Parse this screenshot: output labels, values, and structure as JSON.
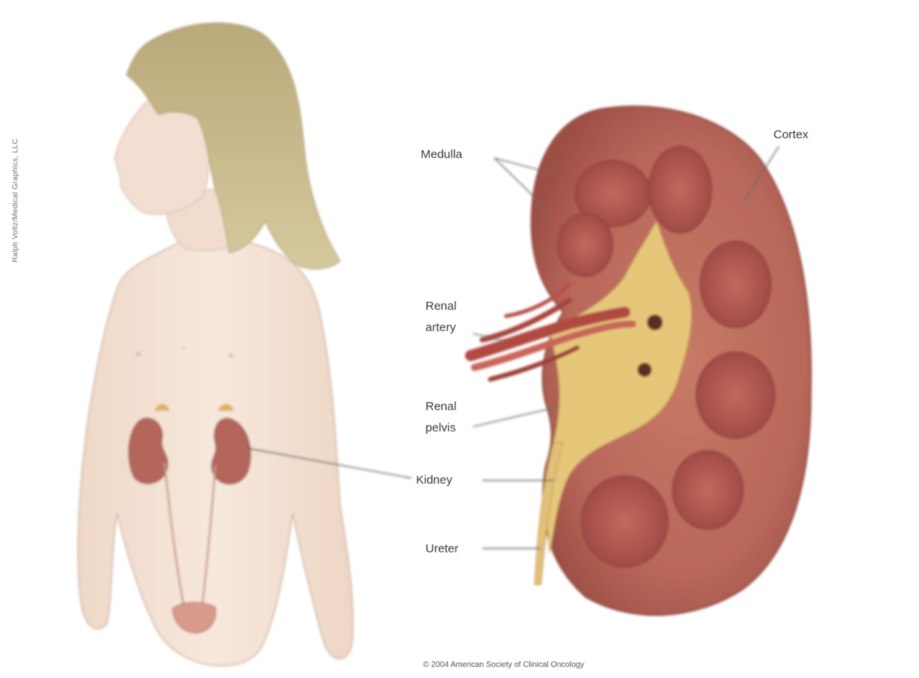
{
  "labels": {
    "medulla": "Medulla",
    "cortex": "Cortex",
    "renal_artery_line1": "Renal",
    "renal_artery_line2": "artery",
    "renal_pelvis_line1": "Renal",
    "renal_pelvis_line2": "pelvis",
    "kidney": "Kidney",
    "ureter": "Ureter"
  },
  "side_credit": "Ralph Voltz/Medical Graphics, LLC",
  "copyright": "© 2004 American Society of Clinical Oncology",
  "colors": {
    "kidney_tissue": "#b8685a",
    "medulla_pyramid": "#a8504a",
    "pelvis_fat": "#e6c77a",
    "artery": "#b04a42",
    "skin": "#f4e2d6",
    "hair": "#c7b78a"
  }
}
